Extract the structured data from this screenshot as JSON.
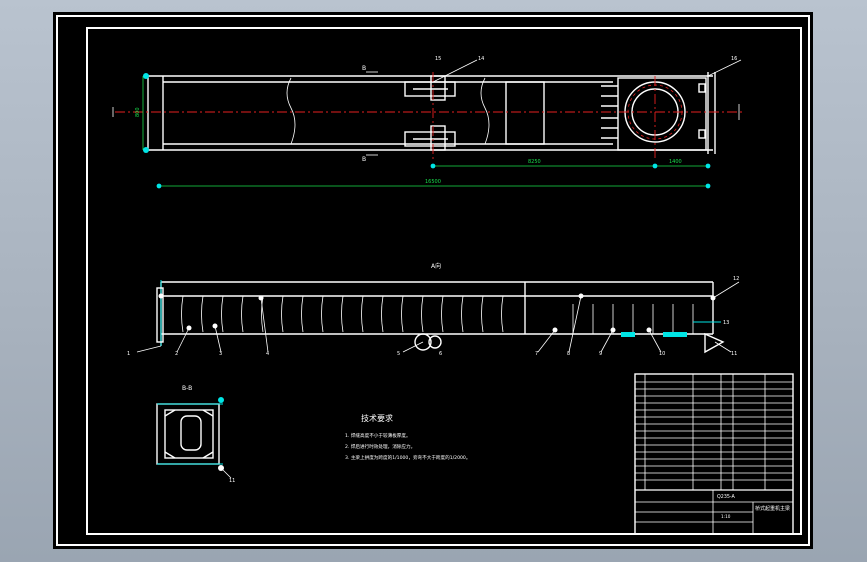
{
  "drawing": {
    "section_mark": "B",
    "section_title": "B-B",
    "view_mark": "A",
    "view_title": "A向",
    "notes_heading": "技术要求",
    "notes": [
      "1. 焊缝高度不小于较薄板厚度。",
      "2. 焊后进行时效处理，消除应力。",
      "3. 主梁上拱度为跨度的1/1000，旁弯不大于跨度的1/2000。"
    ],
    "dimensions": {
      "overall_length": "16500",
      "wheelbase": "8250",
      "end_offset": "1400",
      "height": "800"
    },
    "balloons": [
      "1",
      "2",
      "3",
      "4",
      "5",
      "6",
      "7",
      "8",
      "9",
      "10",
      "11",
      "12",
      "13",
      "14",
      "15",
      "16"
    ],
    "title_block": {
      "title": "桥式起重机主梁",
      "material": "Q235-A",
      "scale": "1:10"
    }
  },
  "colors": {
    "background": "#000000",
    "primary_line": "#ffffff",
    "accent": "#00e5e5",
    "dimension": "#18e04c",
    "centerline": "#e52020"
  }
}
